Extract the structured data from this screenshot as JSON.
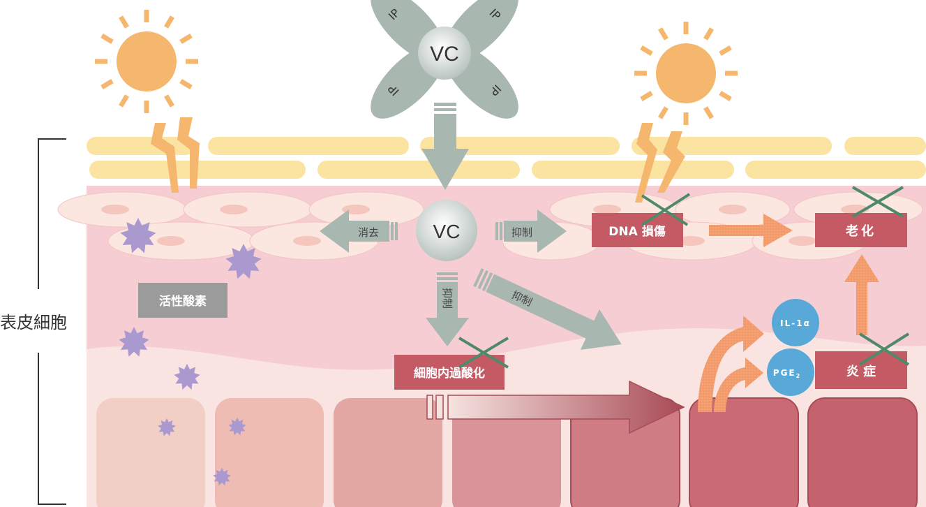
{
  "side_label": "表皮細胞",
  "vc_molecule": {
    "center": "VC",
    "petal_label": "IP"
  },
  "vc_cell": "VC",
  "arrows": {
    "left": "消去",
    "right": "抑制",
    "down": "抑制",
    "diagonal": "抑制"
  },
  "boxes": {
    "ros": "活性酸素",
    "dna_damage": "DNA 損傷",
    "aging": "老化",
    "inflammation": "炎 症",
    "peroxidation": "細胞内過酸化"
  },
  "circles": {
    "il1a": "IL-1α",
    "pge2_main": "PGE",
    "pge2_sub": "2"
  },
  "colors": {
    "sun": "#f5b76e",
    "lipid": "#fbe3a1",
    "epidermis": "#f6cdd2",
    "gray_arrow": "#a9b7b1",
    "red_box": "#c45a64",
    "circle_blue": "#58a9d8",
    "orange_arrow": "#f29a6c",
    "ros_purple": "#a999cf",
    "cross_green": "#4e8a6a"
  }
}
